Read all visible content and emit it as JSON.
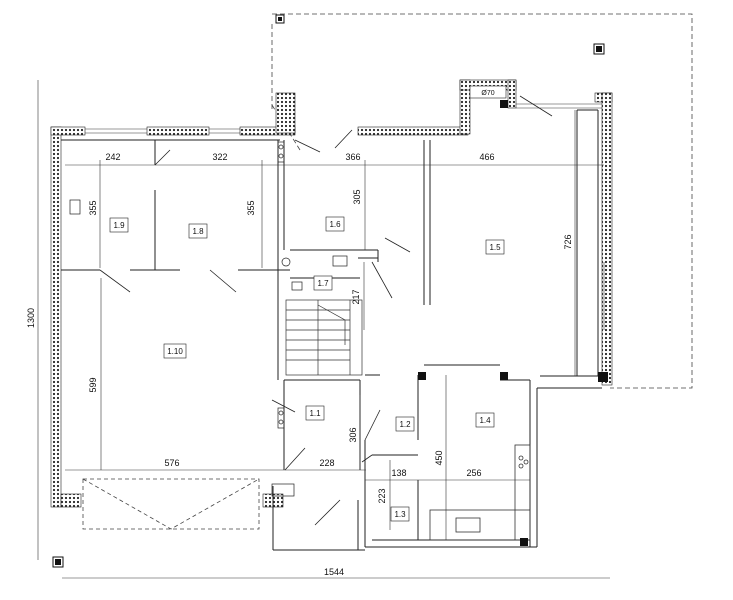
{
  "plan": {
    "dimensions": {
      "w_1_9": "242",
      "w_1_8": "322",
      "w_1_6": "366",
      "w_1_5": "466",
      "h_1_9": "355",
      "h_1_8": "355",
      "h_1_6": "305",
      "h_1_5": "726",
      "h_1_7": "217",
      "h_1_10": "599",
      "w_1_10": "576",
      "h_1_1": "306",
      "w_hall": "228",
      "h_1_2": "450",
      "w_1_3": "138",
      "w_1_4": "256",
      "h_1_3": "223",
      "total_height": "1300",
      "total_width": "1544"
    },
    "rooms": {
      "r_1_9": "1.9",
      "r_1_8": "1.8",
      "r_1_6": "1.6",
      "r_1_5": "1.5",
      "r_1_7": "1.7",
      "r_1_10": "1.10",
      "r_1_1": "1.1",
      "r_1_2": "1.2",
      "r_1_4": "1.4",
      "r_1_3": "1.3"
    },
    "chimney_label": "Ø70"
  }
}
